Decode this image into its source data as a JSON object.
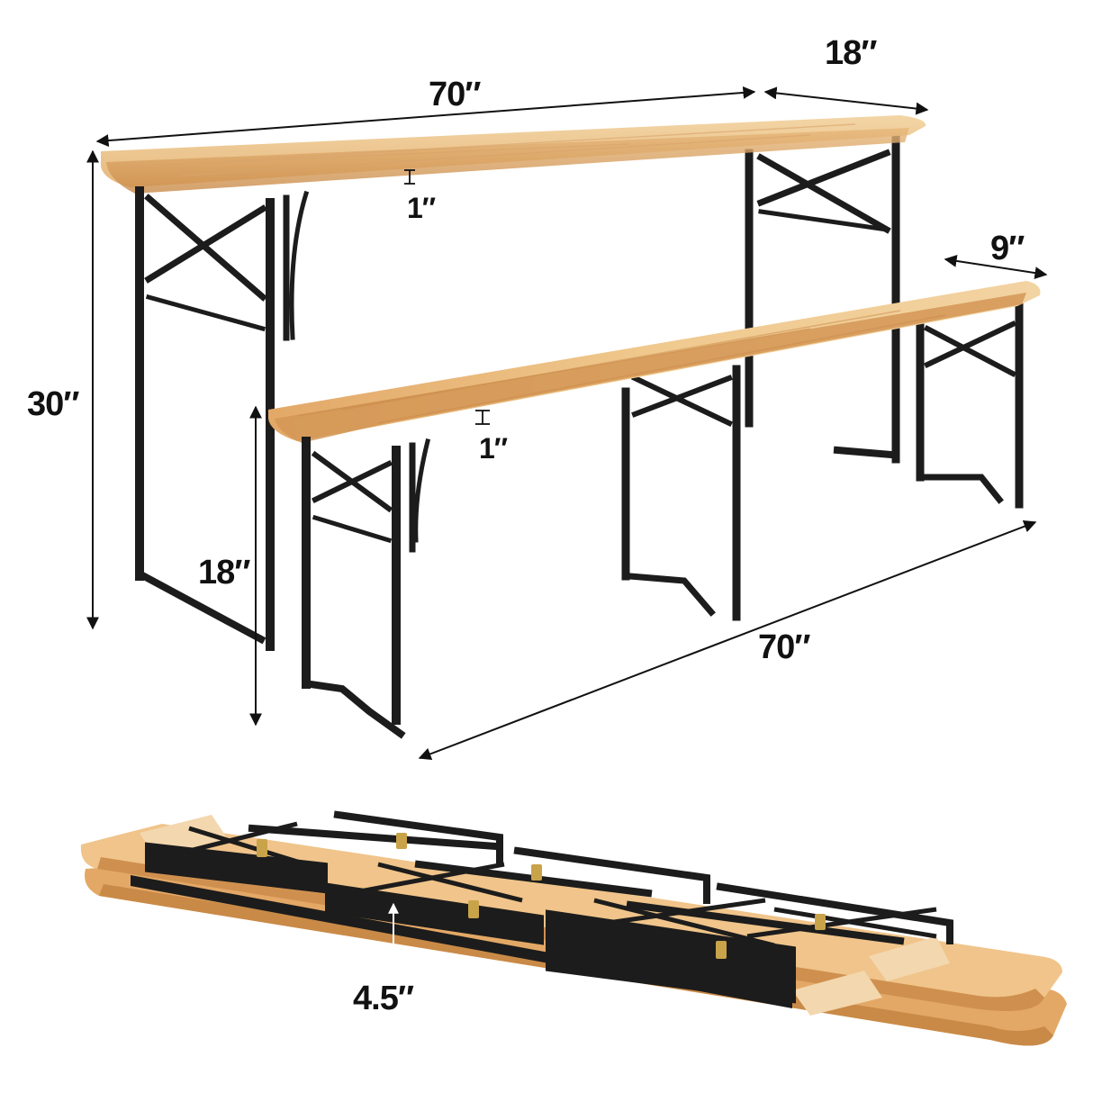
{
  "diagram": {
    "subject": "Folding table and bench set with dimensions",
    "colors": {
      "wood_light": "#f0cf9b",
      "wood_mid": "#e3b073",
      "wood_dark": "#c98a47",
      "metal": "#1c1c1c",
      "dimension_line": "#111111",
      "background": "#ffffff"
    },
    "dimensions": {
      "table_length": "70″",
      "table_width": "18″",
      "table_top_thickness": "1″",
      "table_height": "30″",
      "bench_width": "9″",
      "bench_top_thickness": "1″",
      "bench_height": "18″",
      "bench_length": "70″",
      "folded_thickness": "4.5″"
    },
    "views": [
      {
        "name": "assembled",
        "items": [
          "table",
          "bench"
        ]
      },
      {
        "name": "folded",
        "items": [
          "folded table",
          "folded bench"
        ]
      }
    ]
  }
}
